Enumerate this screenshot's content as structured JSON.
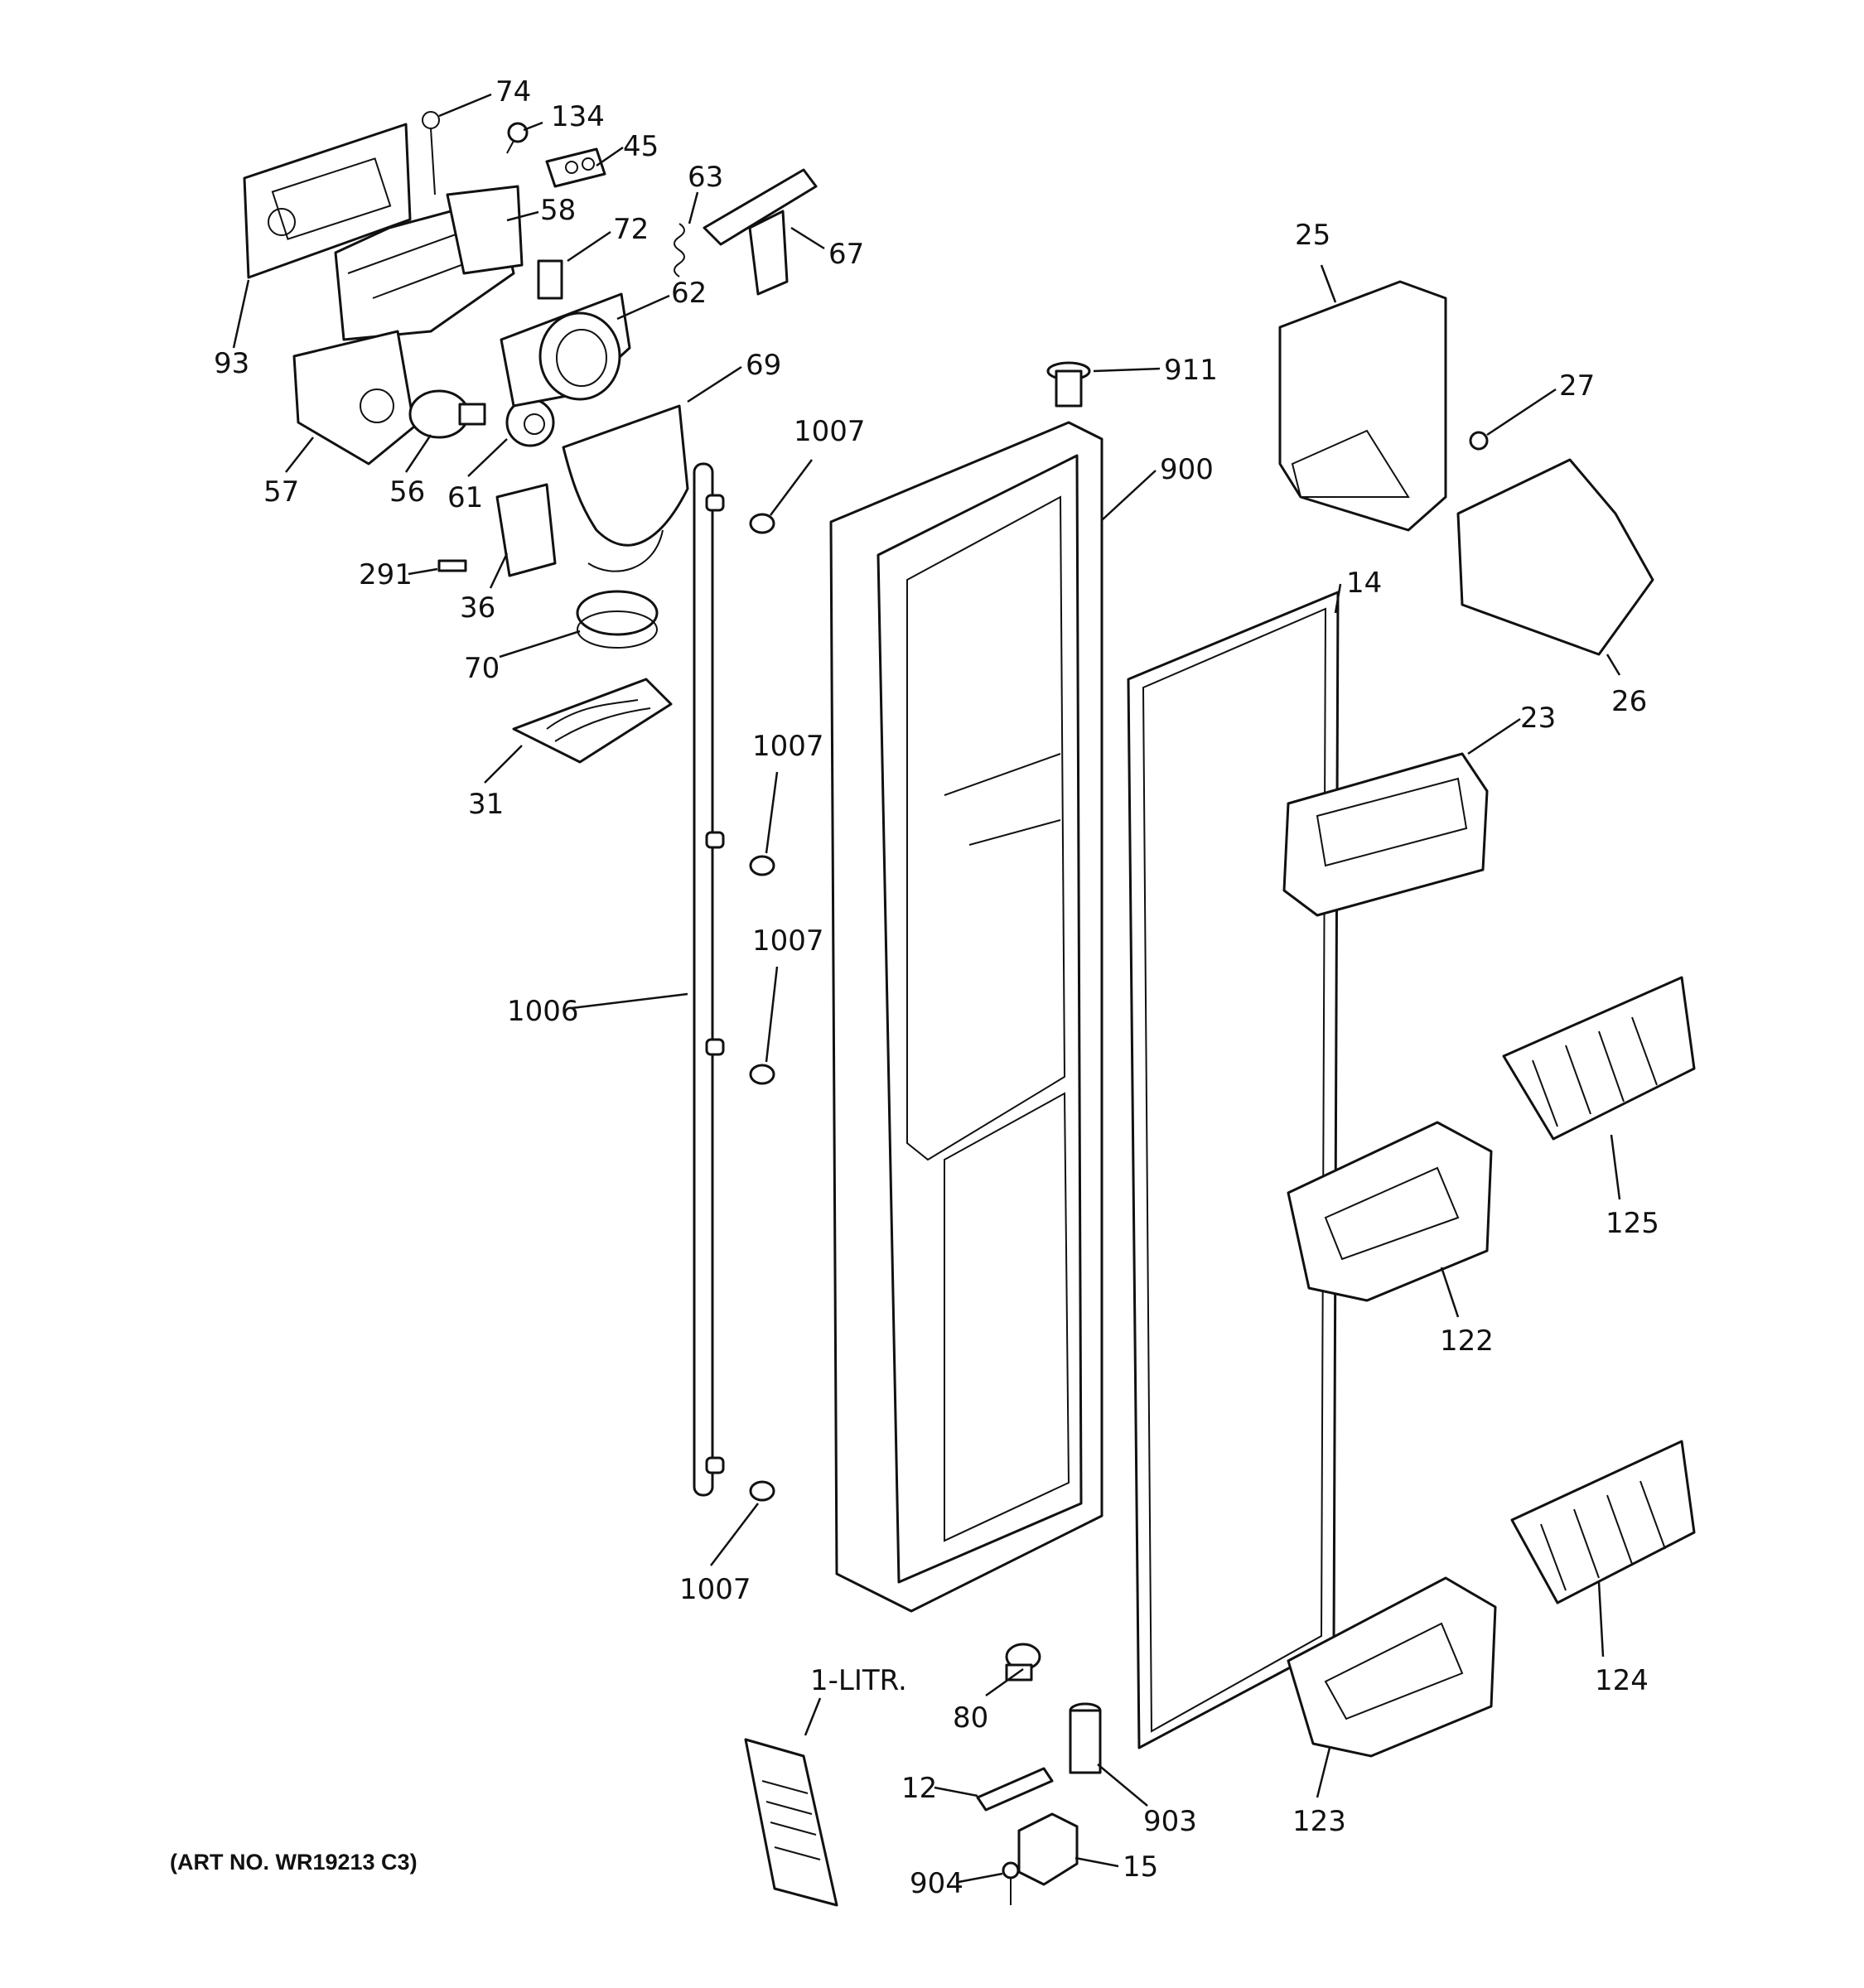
{
  "diagram": {
    "art_number": "(ART NO. WR19213 C3)",
    "callouts": {
      "c74": "74",
      "c134": "134",
      "c45": "45",
      "c58": "58",
      "c63": "63",
      "c72": "72",
      "c67": "67",
      "c62": "62",
      "c93": "93",
      "c69": "69",
      "c57": "57",
      "c56": "56",
      "c61": "61",
      "c1007a": "1007",
      "c911": "911",
      "c900": "900",
      "c25": "25",
      "c27": "27",
      "c291": "291",
      "c36": "36",
      "c70": "70",
      "c14": "14",
      "c26": "26",
      "c31": "31",
      "c1007b": "1007",
      "c23": "23",
      "c1007c": "1007",
      "c1006": "1006",
      "c125": "125",
      "c122": "122",
      "c1007d": "1007",
      "c124": "124",
      "c1litr": "1-LITR.",
      "c80": "80",
      "c12": "12",
      "c903": "903",
      "c123": "123",
      "c904": "904",
      "c15": "15"
    }
  }
}
